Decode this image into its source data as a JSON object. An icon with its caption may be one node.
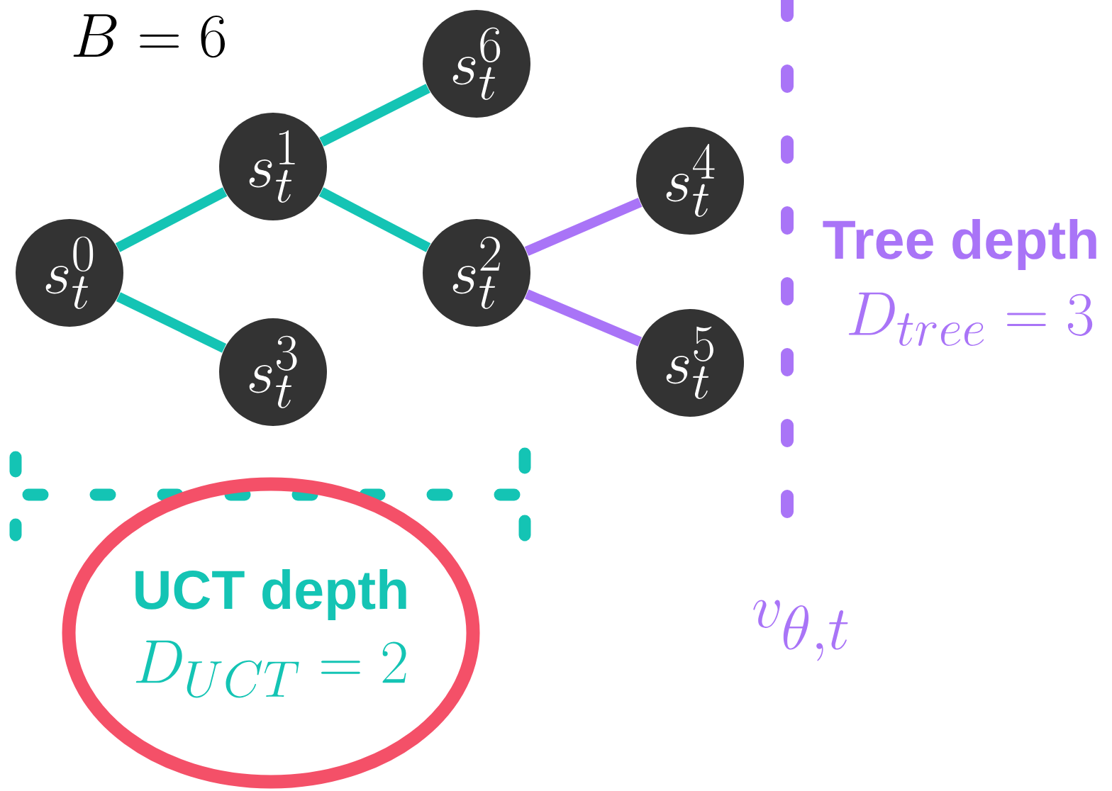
{
  "diagram": {
    "nodes": [
      {
        "text": [
          "s_t^0"
        ]
      },
      {
        "text": [
          "s_t^1"
        ]
      },
      {
        "text": [
          "s_t^2"
        ]
      },
      {
        "text": [
          "s_t^3"
        ]
      },
      {
        "text": [
          "s_t^4"
        ]
      },
      {
        "text": [
          "s_t^5"
        ]
      },
      {
        "text": [
          "s_t^6"
        ]
      },
      {
        "text": [
          "UCT depth",
          "D_{UCT} = 2"
        ]
      }
    ],
    "edges": [
      {
        "from": 0,
        "to": 1,
        "arrow": "none"
      },
      {
        "from": 1,
        "to": 6,
        "arrow": "none"
      },
      {
        "from": 1,
        "to": 2,
        "arrow": "none"
      },
      {
        "from": 0,
        "to": 3,
        "arrow": "none"
      },
      {
        "from": 2,
        "to": 4,
        "arrow": "none",
        "color": "#a974f7"
      },
      {
        "from": 2,
        "to": 5,
        "arrow": "none",
        "color": "#a974f7"
      }
    ],
    "labels": [
      "B = 6",
      "Tree depth",
      "D_{tree} = 3",
      "v_{\\theta,t}"
    ]
  }
}
